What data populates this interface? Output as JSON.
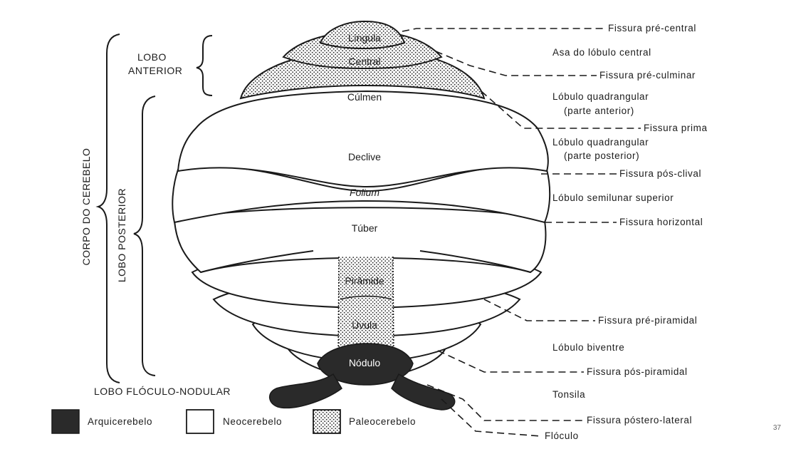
{
  "slide": {
    "page_number": "37"
  },
  "diagram": {
    "regions": {
      "lingula": "Língula",
      "central": "Central",
      "culmen": "Cúlmen",
      "declive": "Declive",
      "folium": "Folium",
      "tuber": "Túber",
      "piramide": "Pirâmide",
      "uvula": "Úvula",
      "nodulo": "Nódulo"
    },
    "lobes": {
      "corpo": "CORPO DO CEREBELO",
      "anterior_1": "LOBO",
      "anterior_2": "ANTERIOR",
      "posterior": "LOBO POSTERIOR",
      "floculo_nodular": "LOBO FLÓCULO-NODULAR"
    },
    "fissures": {
      "pre_central": "Fissura pré-central",
      "pre_culminar": "Fissura pré-culminar",
      "prima": "Fissura prima",
      "pos_clival": "Fissura pós-clival",
      "horizontal": "Fissura horizontal",
      "pre_piramidal": "Fissura pré-piramidal",
      "pos_piramidal": "Fissura pós-piramidal",
      "postero_lateral": "Fissura póstero-lateral"
    },
    "lobules": {
      "asa": "Asa do lóbulo central",
      "quad_ant_1": "Lóbulo quadrangular",
      "quad_ant_2": "(parte anterior)",
      "quad_post_1": "Lóbulo quadrangular",
      "quad_post_2": "(parte posterior)",
      "semilunar": "Lóbulo semilunar superior",
      "biventre": "Lóbulo biventre",
      "tonsila": "Tonsila",
      "floculo": "Flóculo"
    },
    "legend": {
      "arquicerebelo": "Arquicerebelo",
      "neocerebelo": "Neocerebelo",
      "paleocerebelo": "Paleocerebelo"
    }
  }
}
